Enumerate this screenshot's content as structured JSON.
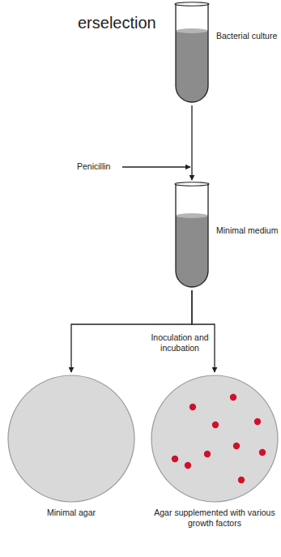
{
  "diagram": {
    "nodes": [
      {
        "text": [
          "Bacterial culture"
        ]
      },
      {
        "text": [
          "Minimal medium"
        ]
      },
      {
        "text": [
          "Minimal agar"
        ]
      },
      {
        "text": [
          "Agar supplemented with various growth factors"
        ]
      }
    ],
    "edges": [
      {
        "from": 0,
        "to": 1,
        "arrow": "to"
      },
      {
        "from": 1,
        "to": 2,
        "arrow": "to"
      },
      {
        "from": 1,
        "to": 3,
        "arrow": "to"
      }
    ],
    "labels": [
      "erselection",
      "Penicillin",
      "Inoculation and incubation"
    ]
  }
}
